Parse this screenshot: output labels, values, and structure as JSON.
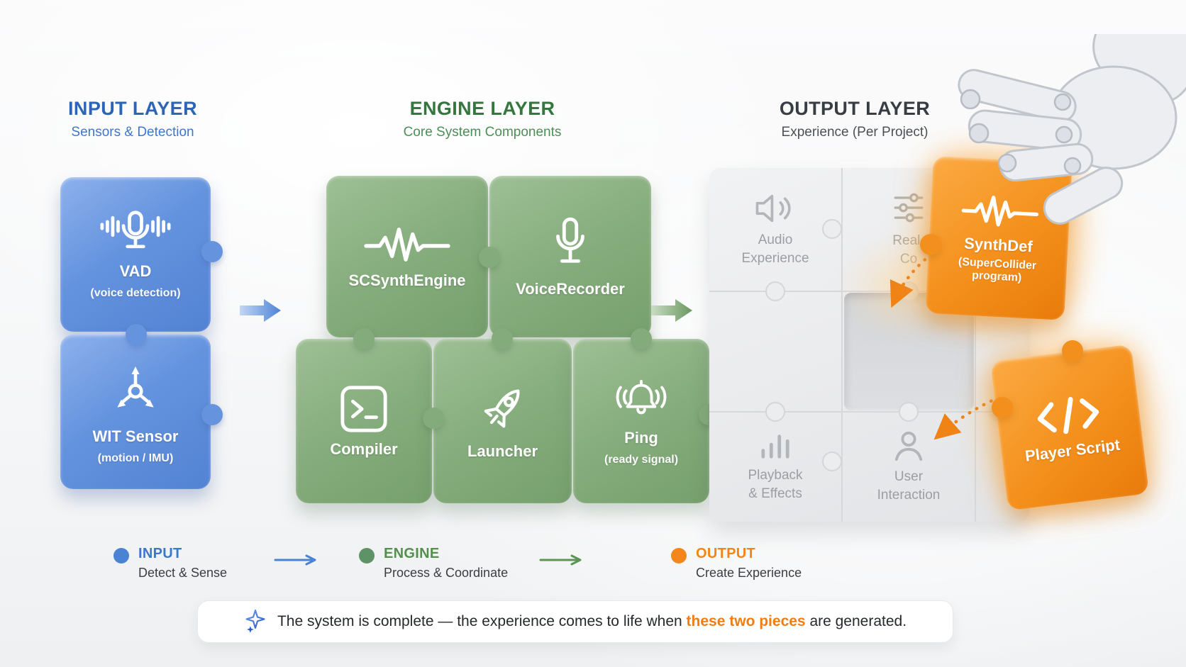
{
  "headers": {
    "input": {
      "title": "INPUT LAYER",
      "subtitle": "Sensors & Detection"
    },
    "engine": {
      "title": "ENGINE LAYER",
      "subtitle": "Core System Components"
    },
    "output": {
      "title": "OUTPUT LAYER",
      "subtitle": "Experience (Per Project)"
    }
  },
  "input_layer": {
    "pieces": [
      {
        "label": "VAD",
        "sublabel": "(voice detection)",
        "icon": "microphone-soundwaves-icon"
      },
      {
        "label": "WIT Sensor",
        "sublabel": "(motion / IMU)",
        "icon": "motion-axes-icon"
      }
    ]
  },
  "engine_layer": {
    "pieces": [
      {
        "label": "SCSynthEngine",
        "icon": "waveform-icon"
      },
      {
        "label": "VoiceRecorder",
        "icon": "microphone-icon"
      },
      {
        "label": "Compiler",
        "icon": "terminal-icon"
      },
      {
        "label": "Launcher",
        "icon": "rocket-icon"
      },
      {
        "label": "Ping",
        "sublabel": "(ready signal)",
        "icon": "bell-icon"
      }
    ]
  },
  "output_layer": {
    "pieces": [
      {
        "label_line1": "Audio",
        "label_line2": "Experience",
        "icon": "speaker-icon"
      },
      {
        "label_line1": "Real-",
        "label_line2": "Co",
        "icon": "sliders-icon"
      },
      {
        "label_line1": "Playback",
        "label_line2": "& Effects",
        "icon": "bar-chart-icon"
      },
      {
        "label_line1": "User",
        "label_line2": "Interaction",
        "icon": "person-icon"
      }
    ]
  },
  "generated_pieces": [
    {
      "label": "SynthDef",
      "sublabel_line1": "(SuperCollider",
      "sublabel_line2": "program)",
      "icon": "waveform-icon"
    },
    {
      "label": "Player Script",
      "icon": "code-icon"
    }
  ],
  "legend": {
    "items": [
      {
        "title": "INPUT",
        "subtitle": "Detect & Sense",
        "color": "#4a82d4"
      },
      {
        "title": "ENGINE",
        "subtitle": "Process & Coordinate",
        "color": "#5e9367"
      },
      {
        "title": "OUTPUT",
        "subtitle": "Create Experience",
        "color": "#f4871c"
      }
    ]
  },
  "banner": {
    "text_prefix": "The system is complete — the experience comes to life when ",
    "text_highlight": "these two pieces",
    "text_suffix": " are generated.",
    "highlight_color": "#f07d12"
  },
  "colors": {
    "input_piece": "#6493de",
    "engine_piece": "#86ad7d",
    "output_piece": "#ececee",
    "generated_piece": "#f4901c",
    "input_header": "#2d64b5",
    "engine_header": "#35763f",
    "output_header": "#383d44"
  }
}
